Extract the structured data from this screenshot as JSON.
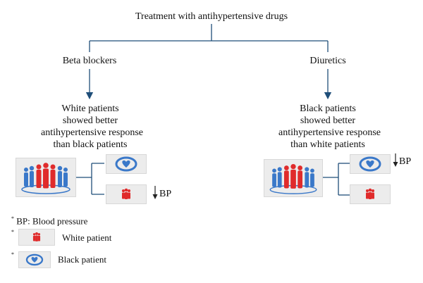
{
  "title": "Treatment with antihypertensive drugs",
  "branches": {
    "left": {
      "drug": "Beta blockers",
      "result_lines": [
        "White patients",
        "showed better",
        "antihypertensive response",
        "than black patients"
      ],
      "bp_label": "BP"
    },
    "right": {
      "drug": "Diuretics",
      "result_lines": [
        "Black patients",
        "showed better",
        "antihypertensive response",
        "than white patients"
      ],
      "bp_label": "BP"
    }
  },
  "legend": {
    "marker": "*",
    "bp_note": "BP: Blood pressure",
    "white_patient": "White patient",
    "black_patient": "Black patient"
  },
  "colors": {
    "line": "#1f4e79",
    "red": "#e02b2b",
    "blue": "#3a78c9",
    "box_bg": "#ececec"
  },
  "icons": {
    "crowd": "crowd-icon",
    "white": "white-patient-icon",
    "black": "black-patient-icon",
    "bp_down": "down-arrow-icon"
  }
}
